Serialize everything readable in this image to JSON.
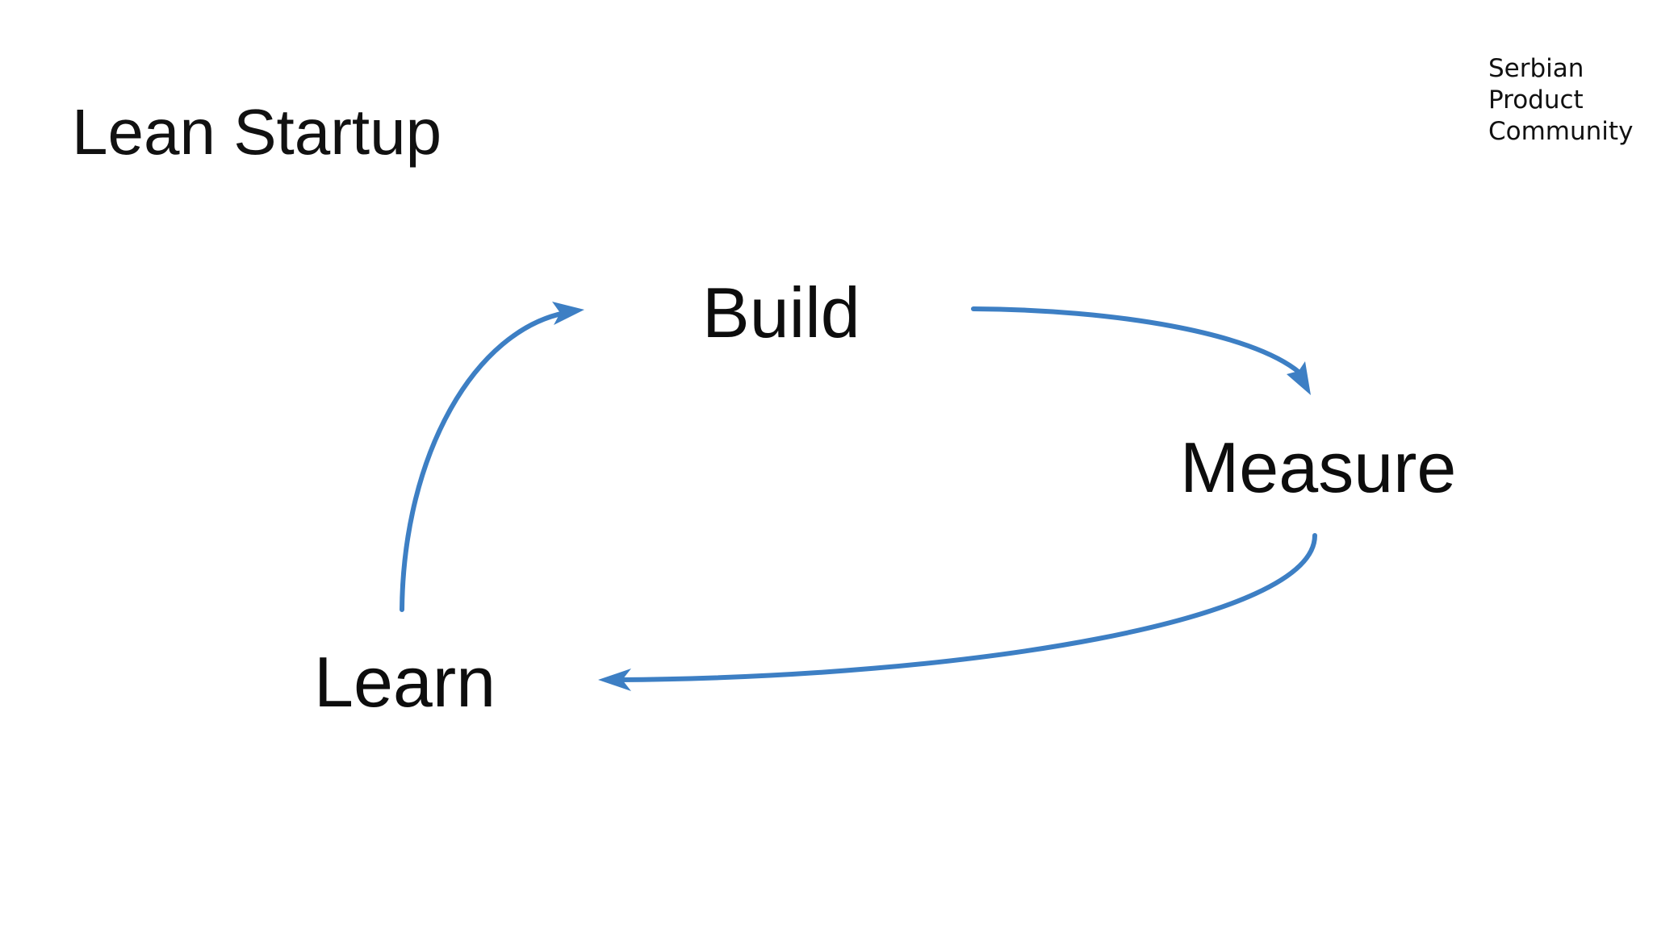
{
  "slide": {
    "title": "Lean Startup",
    "brand_lines": [
      "Serbian",
      "Product",
      "Community"
    ]
  },
  "diagram": {
    "type": "cycle",
    "nodes": [
      "Build",
      "Measure",
      "Learn"
    ],
    "edges": [
      {
        "from": "Build",
        "to": "Measure"
      },
      {
        "from": "Measure",
        "to": "Learn"
      },
      {
        "from": "Learn",
        "to": "Build"
      }
    ],
    "arrow_color": "#3d7fc4",
    "text_color": "#0d0d0d"
  }
}
